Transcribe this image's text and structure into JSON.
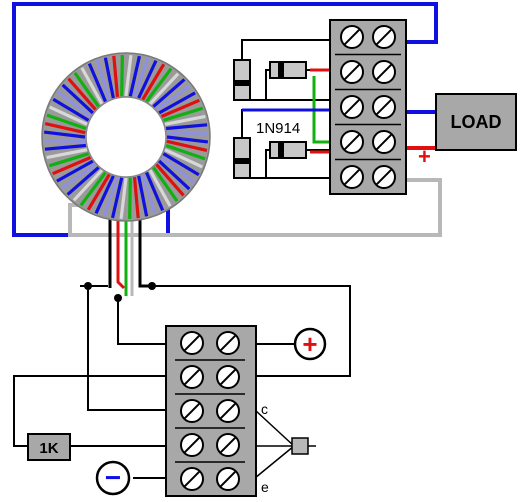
{
  "labels": {
    "load": "LOAD",
    "diode": "1N914",
    "resistor": "1K",
    "plus_mark": "+",
    "plus_circle": "+",
    "minus_circle": "−",
    "collector": "c",
    "emitter": "e"
  },
  "colors": {
    "blue": "#1010e0",
    "red": "#e01010",
    "green": "#10b010",
    "gray": "#b8b8b8",
    "black": "#000000",
    "terminal_gray": "#a8a8a8",
    "load_fill": "#a8a8a8"
  },
  "icons": {
    "toroid": "toroid-coil-icon",
    "screw": "screw-terminal-icon",
    "transistor": "transistor-icon"
  }
}
